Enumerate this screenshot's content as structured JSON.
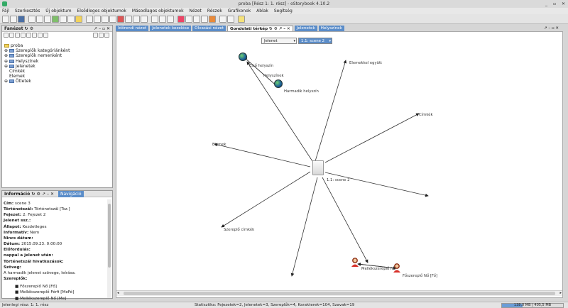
{
  "window": {
    "title": "proba [Rész 1: 1. rész] - oStorybook 4.10.2"
  },
  "menu": [
    "Fájl",
    "Szerkesztés",
    "Új objektum",
    "Elsődleges objektumok",
    "Másodlagos objektumok",
    "Nézet",
    "Részek",
    "Grafikonok",
    "Ablak",
    "Segítség"
  ],
  "tree_panel": {
    "title": "Fanézet",
    "root": "proba",
    "items": [
      "Szereplők kategóriánként",
      "Szereplők nemenként",
      "Helyszínek",
      "Jelenetek",
      "Címkék",
      "Elemek",
      "Ötletek"
    ]
  },
  "info_panel": {
    "title": "Információ",
    "alt_tab": "Navigáció",
    "fields": [
      {
        "label": "Cím",
        "value": "scene 3"
      },
      {
        "label": "Történetszál",
        "value": "Történetszál [Tsz.]"
      },
      {
        "label": "Fejezet",
        "value": "2: Fejezet 2"
      },
      {
        "label": "Jelenet ssz.",
        "value": ""
      },
      {
        "label": "Állapot",
        "value": "Kezdetleges"
      },
      {
        "label": "Informatív",
        "value": "Nem"
      },
      {
        "label": "Nincs dátum",
        "value": ""
      },
      {
        "label": "Dátum",
        "value": "2015.09.23. 0:00:00"
      },
      {
        "label": "Előfordulás",
        "value": ""
      },
      {
        "label": "nappal a jelenet után",
        "value": ""
      },
      {
        "label": "Történetszál hivatkozások",
        "value": ""
      },
      {
        "label": "Szöveg",
        "value": ""
      }
    ],
    "text_value": "A harmadik jelenet szövege, leírása.",
    "characters_label": "Szereplők:",
    "characters": [
      "Főszereplő Nő [Fő]",
      "Mellékszereplő Férfi [MeFé]",
      "Mellékszereplő Nő [Me]"
    ]
  },
  "tabs": [
    "Időrendi nézet",
    "Jelenetek kezelése",
    "Olvasási nézet",
    "Gondolati térkép",
    "Jelenetek",
    "Helyszínek"
  ],
  "active_tab": "Gondolati térkép",
  "mindmap": {
    "type_select": "Jelenet",
    "scene_select": "1.1: scene 2",
    "center_label": "1.1: scene 2",
    "labels": {
      "elso": "Első helyszín",
      "helyszinek": "Helyszínek",
      "harmadik": "Harmadik helyszín",
      "elemekkel": "Elemekkel együtt",
      "cimkek": "Címkék",
      "elemek": "Elemek",
      "szereplo_cimkek": "Szereplő címkék",
      "mellek": "Mellékszereplő Nő",
      "fo": "Főszereplő Nő [Fő]"
    }
  },
  "status": {
    "left": "Jelenlegi rész: 1: 1. rész",
    "stats": "Statisztika: Fejezetek=2,  Jelenetek=3,  Szereplők=4,  Karakterek=104,  Szavak=19",
    "memory": "138,0 MB | 405,5 MB",
    "memory_fraction": 0.34
  }
}
